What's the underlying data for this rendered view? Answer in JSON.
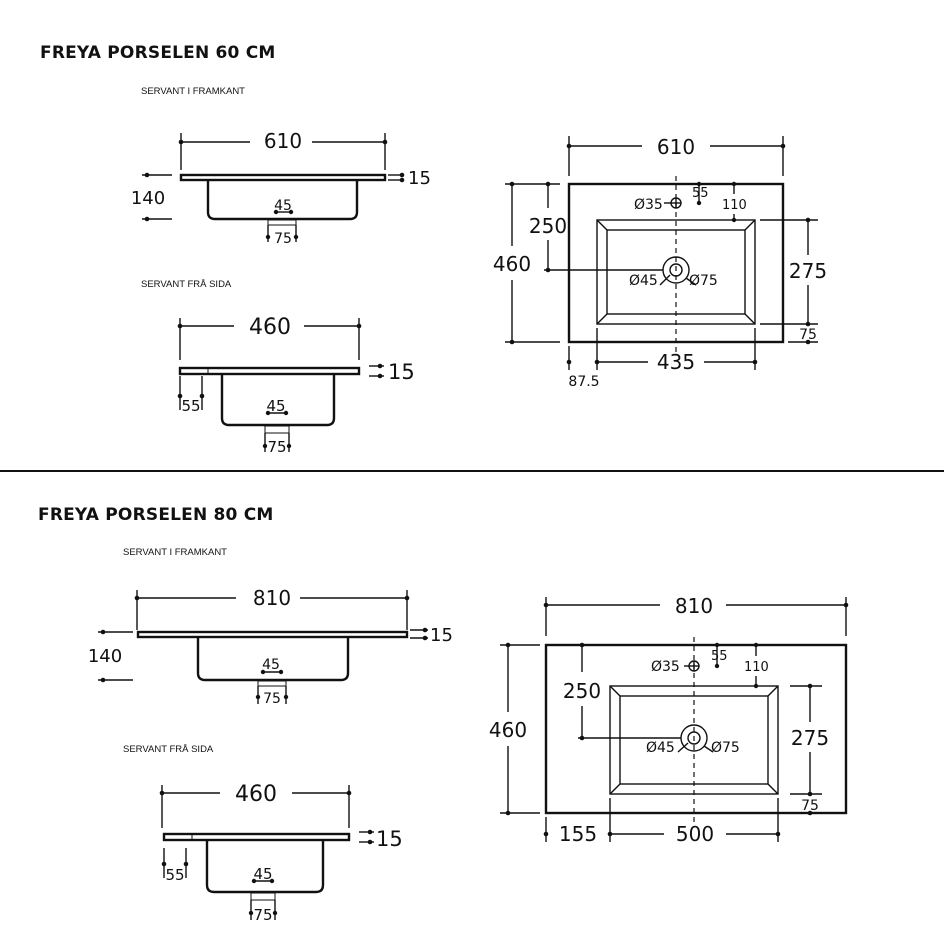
{
  "sections": [
    {
      "title": "FREYA PORSELEN 60 CM",
      "front_label": "SERVANT I FRAMKANT",
      "side_label": "SERVANT FRÅ SIDA",
      "front": {
        "width": "610",
        "height": "140",
        "thickness": "15",
        "drain_inner": "45",
        "drain_outer": "75"
      },
      "side": {
        "width": "460",
        "offset": "55",
        "thickness": "15",
        "drain_inner": "45",
        "drain_outer": "75"
      },
      "top": {
        "width": "610",
        "depth": "460",
        "basin_depth": "275",
        "basin_offset": "250",
        "basin_width": "435",
        "left_offset": "87.5",
        "front_offset": "75",
        "tap_hole": "Ø35",
        "tap_distance": "55",
        "basin_top": "110",
        "drain_inner": "Ø45",
        "drain_outer": "Ø75"
      }
    },
    {
      "title": "FREYA PORSELEN 80 CM",
      "front_label": "SERVANT I FRAMKANT",
      "side_label": "SERVANT FRÅ SIDA",
      "front": {
        "width": "810",
        "height": "140",
        "thickness": "15",
        "drain_inner": "45",
        "drain_outer": "75"
      },
      "side": {
        "width": "460",
        "offset": "55",
        "thickness": "15",
        "drain_inner": "45",
        "drain_outer": "75"
      },
      "top": {
        "width": "810",
        "depth": "460",
        "basin_depth": "275",
        "basin_offset": "250",
        "basin_width": "500",
        "left_offset": "155",
        "front_offset": "75",
        "tap_hole": "Ø35",
        "tap_distance": "55",
        "basin_top": "110",
        "drain_inner": "Ø45",
        "drain_outer": "Ø75"
      }
    }
  ]
}
